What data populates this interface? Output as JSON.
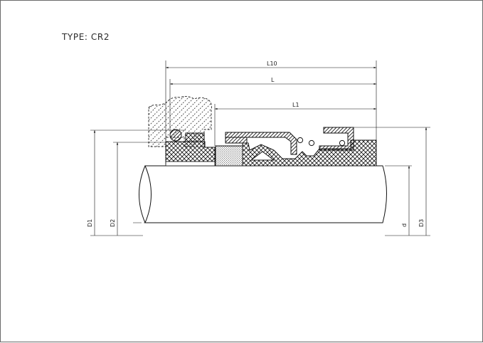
{
  "drawing": {
    "type_label": "TYPE: CR2",
    "dimensions": {
      "L10": "L10",
      "L": "L",
      "L1": "L1",
      "D1": "D1",
      "D2": "D2",
      "d": "d",
      "D3": "D3"
    }
  }
}
